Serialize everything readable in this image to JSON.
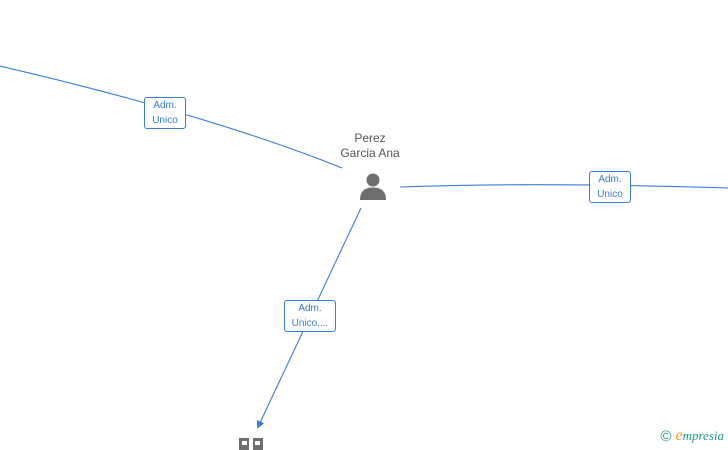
{
  "person": {
    "name_line1": "Perez",
    "name_line2": "Garcia Ana",
    "icon": "person-icon"
  },
  "edges": [
    {
      "label_line1": "Adm.",
      "label_line2": "Unico"
    },
    {
      "label_line1": "Adm.",
      "label_line2": "Unico"
    },
    {
      "label_line1": "Adm.",
      "label_line2": "Unico,..."
    }
  ],
  "company": {
    "icon": "building-icon"
  },
  "watermark": {
    "copyright": "©",
    "brand_initial": "e",
    "brand_rest": "mpresia"
  },
  "colors": {
    "edge": "#3a7bd5",
    "node_icon": "#6e6e6e",
    "brand": "#1a9c8a",
    "brand_accent": "#f39c12"
  }
}
